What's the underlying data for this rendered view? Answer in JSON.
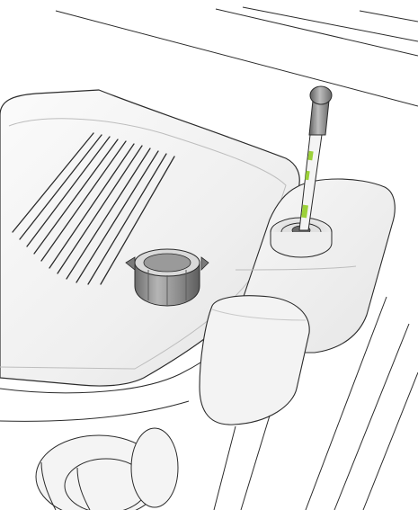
{
  "illustration": {
    "subject": "engine-oil-dipstick-check",
    "colors": {
      "line": "#2b2b2b",
      "cover_light": "#f4f4f4",
      "cover_shadow": "#d2d2d2",
      "cap_grey": "#8e8e8e",
      "cap_dark": "#5a5a5a",
      "handle_grey": "#7a7a7a",
      "oil_mark": "#9cd13a",
      "tube_fill": "#eef3ec"
    },
    "parts": [
      "engine-cover",
      "oil-filler-cap",
      "dipstick-handle",
      "dipstick-blade",
      "dipstick-tube",
      "reservoir",
      "hoses"
    ]
  }
}
